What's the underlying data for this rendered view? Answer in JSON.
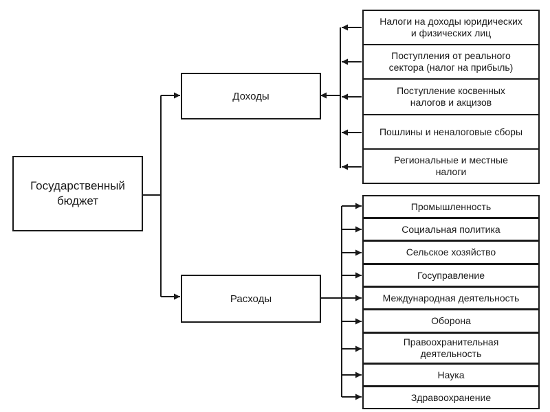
{
  "root": {
    "label": "Государственный\nбюджет"
  },
  "income": {
    "label": "Доходы",
    "items": [
      "Налоги на доходы юридических\nи физических лиц",
      "Поступления от реального\nсектора (налог на прибыль)",
      "Поступление косвенных\nналогов и акцизов",
      "Пошлины и неналоговые сборы",
      "Региональные и местные\nналоги"
    ]
  },
  "expenses": {
    "label": "Расходы",
    "items": [
      "Промышленность",
      "Социальная политика",
      "Сельское хозяйство",
      "Госуправление",
      "Международная деятельность",
      "Оборона",
      "Правоохранительная\nдеятельность",
      "Наука",
      "Здравоохранение"
    ]
  }
}
